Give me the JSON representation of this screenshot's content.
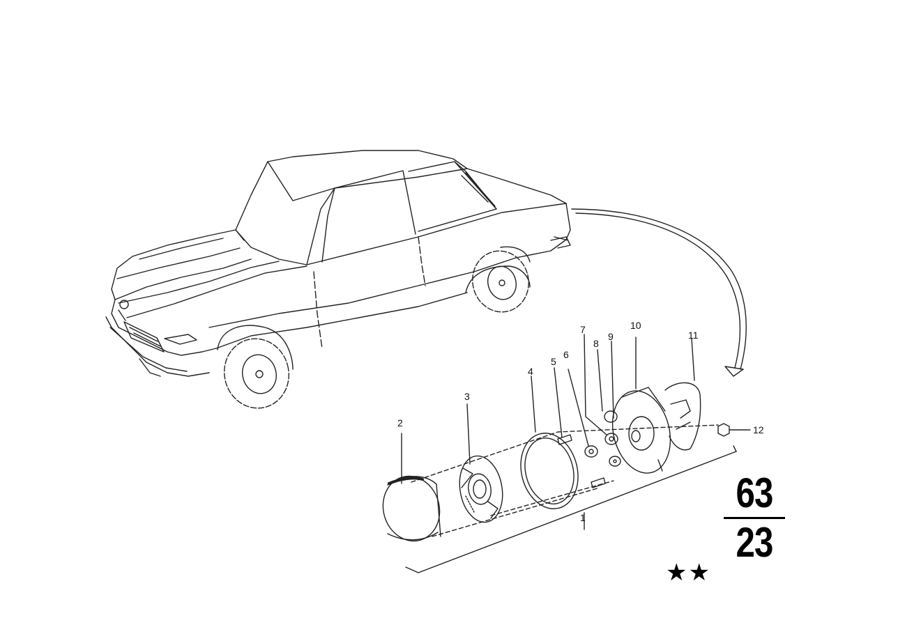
{
  "diagram": {
    "callouts": [
      {
        "id": "c1",
        "label": "1"
      },
      {
        "id": "c2",
        "label": "2"
      },
      {
        "id": "c3",
        "label": "3"
      },
      {
        "id": "c4",
        "label": "4"
      },
      {
        "id": "c5",
        "label": "5"
      },
      {
        "id": "c6",
        "label": "6"
      },
      {
        "id": "c7",
        "label": "7"
      },
      {
        "id": "c8",
        "label": "8"
      },
      {
        "id": "c9",
        "label": "9"
      },
      {
        "id": "c10",
        "label": "10"
      },
      {
        "id": "c11",
        "label": "11"
      },
      {
        "id": "c12",
        "label": "12"
      }
    ],
    "group_code_top": "63",
    "group_code_bottom": "23",
    "stars": "★★"
  }
}
